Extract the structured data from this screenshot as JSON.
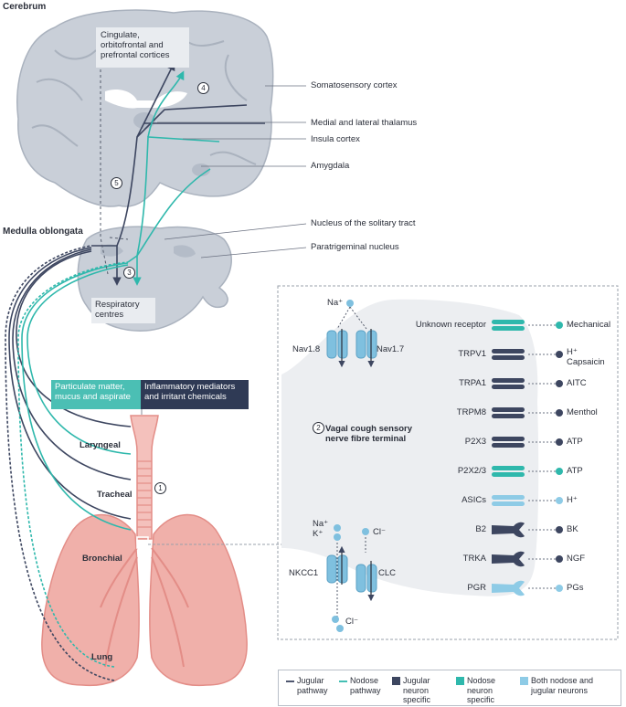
{
  "headers": {
    "cerebrum": "Cerebrum",
    "medulla": "Medulla oblongata"
  },
  "brain_boxes": {
    "cortices": "Cingulate, orbitofrontal and prefrontal cortices",
    "respiratory": "Respiratory centres"
  },
  "callouts": {
    "somatosensory": "Somatosensory cortex",
    "thalamus": "Medial and lateral thalamus",
    "insula": "Insula cortex",
    "amygdala": "Amygdala",
    "nts": "Nucleus of the solitary tract",
    "paratrigeminal": "Paratrigeminal nucleus"
  },
  "step_numbers": [
    "1",
    "2",
    "3",
    "4",
    "5"
  ],
  "stimuli": {
    "particulate": "Particulate matter, mucus and aspirate",
    "inflammatory": "Inflammatory mediators and irritant chemicals"
  },
  "airway_labels": {
    "laryngeal": "Laryngeal",
    "tracheal": "Tracheal",
    "bronchial": "Bronchial",
    "lung": "Lung"
  },
  "terminal": {
    "title": "Vagal cough sensory nerve fibre terminal",
    "nav18": "Nav1.8",
    "nav17": "Nav1.7",
    "na_top": "Na⁺",
    "nkcc1": "NKCC1",
    "clc": "CLC",
    "na_k": "Na⁺ K⁺",
    "cl_top": "Cl⁻",
    "cl_bottom": "Cl⁻"
  },
  "receptors": [
    {
      "name": "Unknown receptor",
      "ligand": "Mechanical",
      "kind": "nodose"
    },
    {
      "name": "TRPV1",
      "ligand": "H⁺ Capsaicin",
      "kind": "jugular"
    },
    {
      "name": "TRPA1",
      "ligand": "AITC",
      "kind": "jugular"
    },
    {
      "name": "TRPM8",
      "ligand": "Menthol",
      "kind": "jugular"
    },
    {
      "name": "P2X3",
      "ligand": "ATP",
      "kind": "jugular"
    },
    {
      "name": "P2X2/3",
      "ligand": "ATP",
      "kind": "nodose"
    },
    {
      "name": "ASICs",
      "ligand": "H⁺",
      "kind": "both"
    },
    {
      "name": "B2",
      "ligand": "BK",
      "kind": "jugular"
    },
    {
      "name": "TRKA",
      "ligand": "NGF",
      "kind": "jugular"
    },
    {
      "name": "PGR",
      "ligand": "PGs",
      "kind": "both"
    }
  ],
  "legend": {
    "jugular_pathway": "Jugular pathway",
    "nodose_pathway": "Nodose pathway",
    "jugular_specific": "Jugular neuron specific",
    "nodose_specific": "Nodose neuron specific",
    "both": "Both nodose and jugular neurons"
  },
  "colors": {
    "jugular": "#3d4660",
    "nodose": "#2fb8ac",
    "both": "#8ecbe6",
    "brain": "#c9cfd8",
    "brain_dark": "#a9b1bd",
    "lung": "#f0b0aa",
    "lung_dark": "#e38d87",
    "dark_box": "#2f3a55",
    "teal_box": "#4bbfb4",
    "channel": "#7fc0df"
  }
}
